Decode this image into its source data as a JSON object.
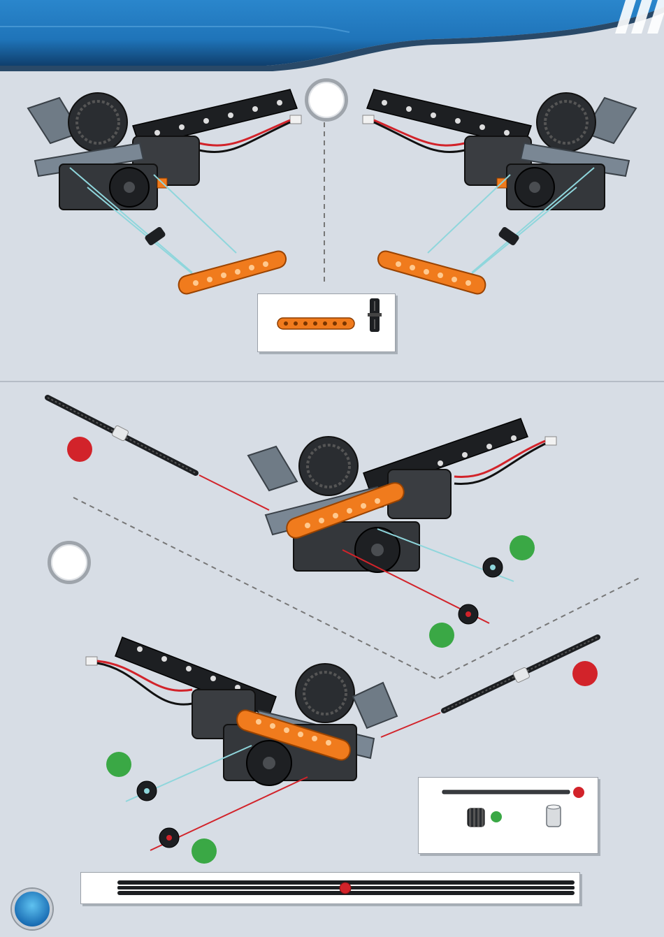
{
  "page": {
    "colors": {
      "background": "#d7dde5",
      "header_blue": "#1f74b9",
      "header_dark": "#0f3f6d",
      "beam_orange": "#f07b1d",
      "assembly_dark": "#2a2d31",
      "callout_red": "#d2232a",
      "callout_green": "#3aa845",
      "guide_line_cyan": "#8fd6dc",
      "guide_line_red": "#d2232a",
      "divider_gray": "#b5bcc6"
    }
  },
  "steps": [
    {
      "id": "top",
      "parts": [
        {
          "icon": "orange-7-hole-beam-icon"
        },
        {
          "icon": "black-connector-pin-icon"
        }
      ]
    },
    {
      "id": "bottom",
      "parts": [
        {
          "icon": "black-axle-icon",
          "callout_color": "red"
        },
        {
          "icon": "small-gear-icon",
          "callout_color": "green"
        },
        {
          "icon": "bushing-icon"
        }
      ]
    }
  ],
  "axle_ruler": {
    "icon": "axle-length-ruler-icon",
    "callout_color": "red"
  }
}
